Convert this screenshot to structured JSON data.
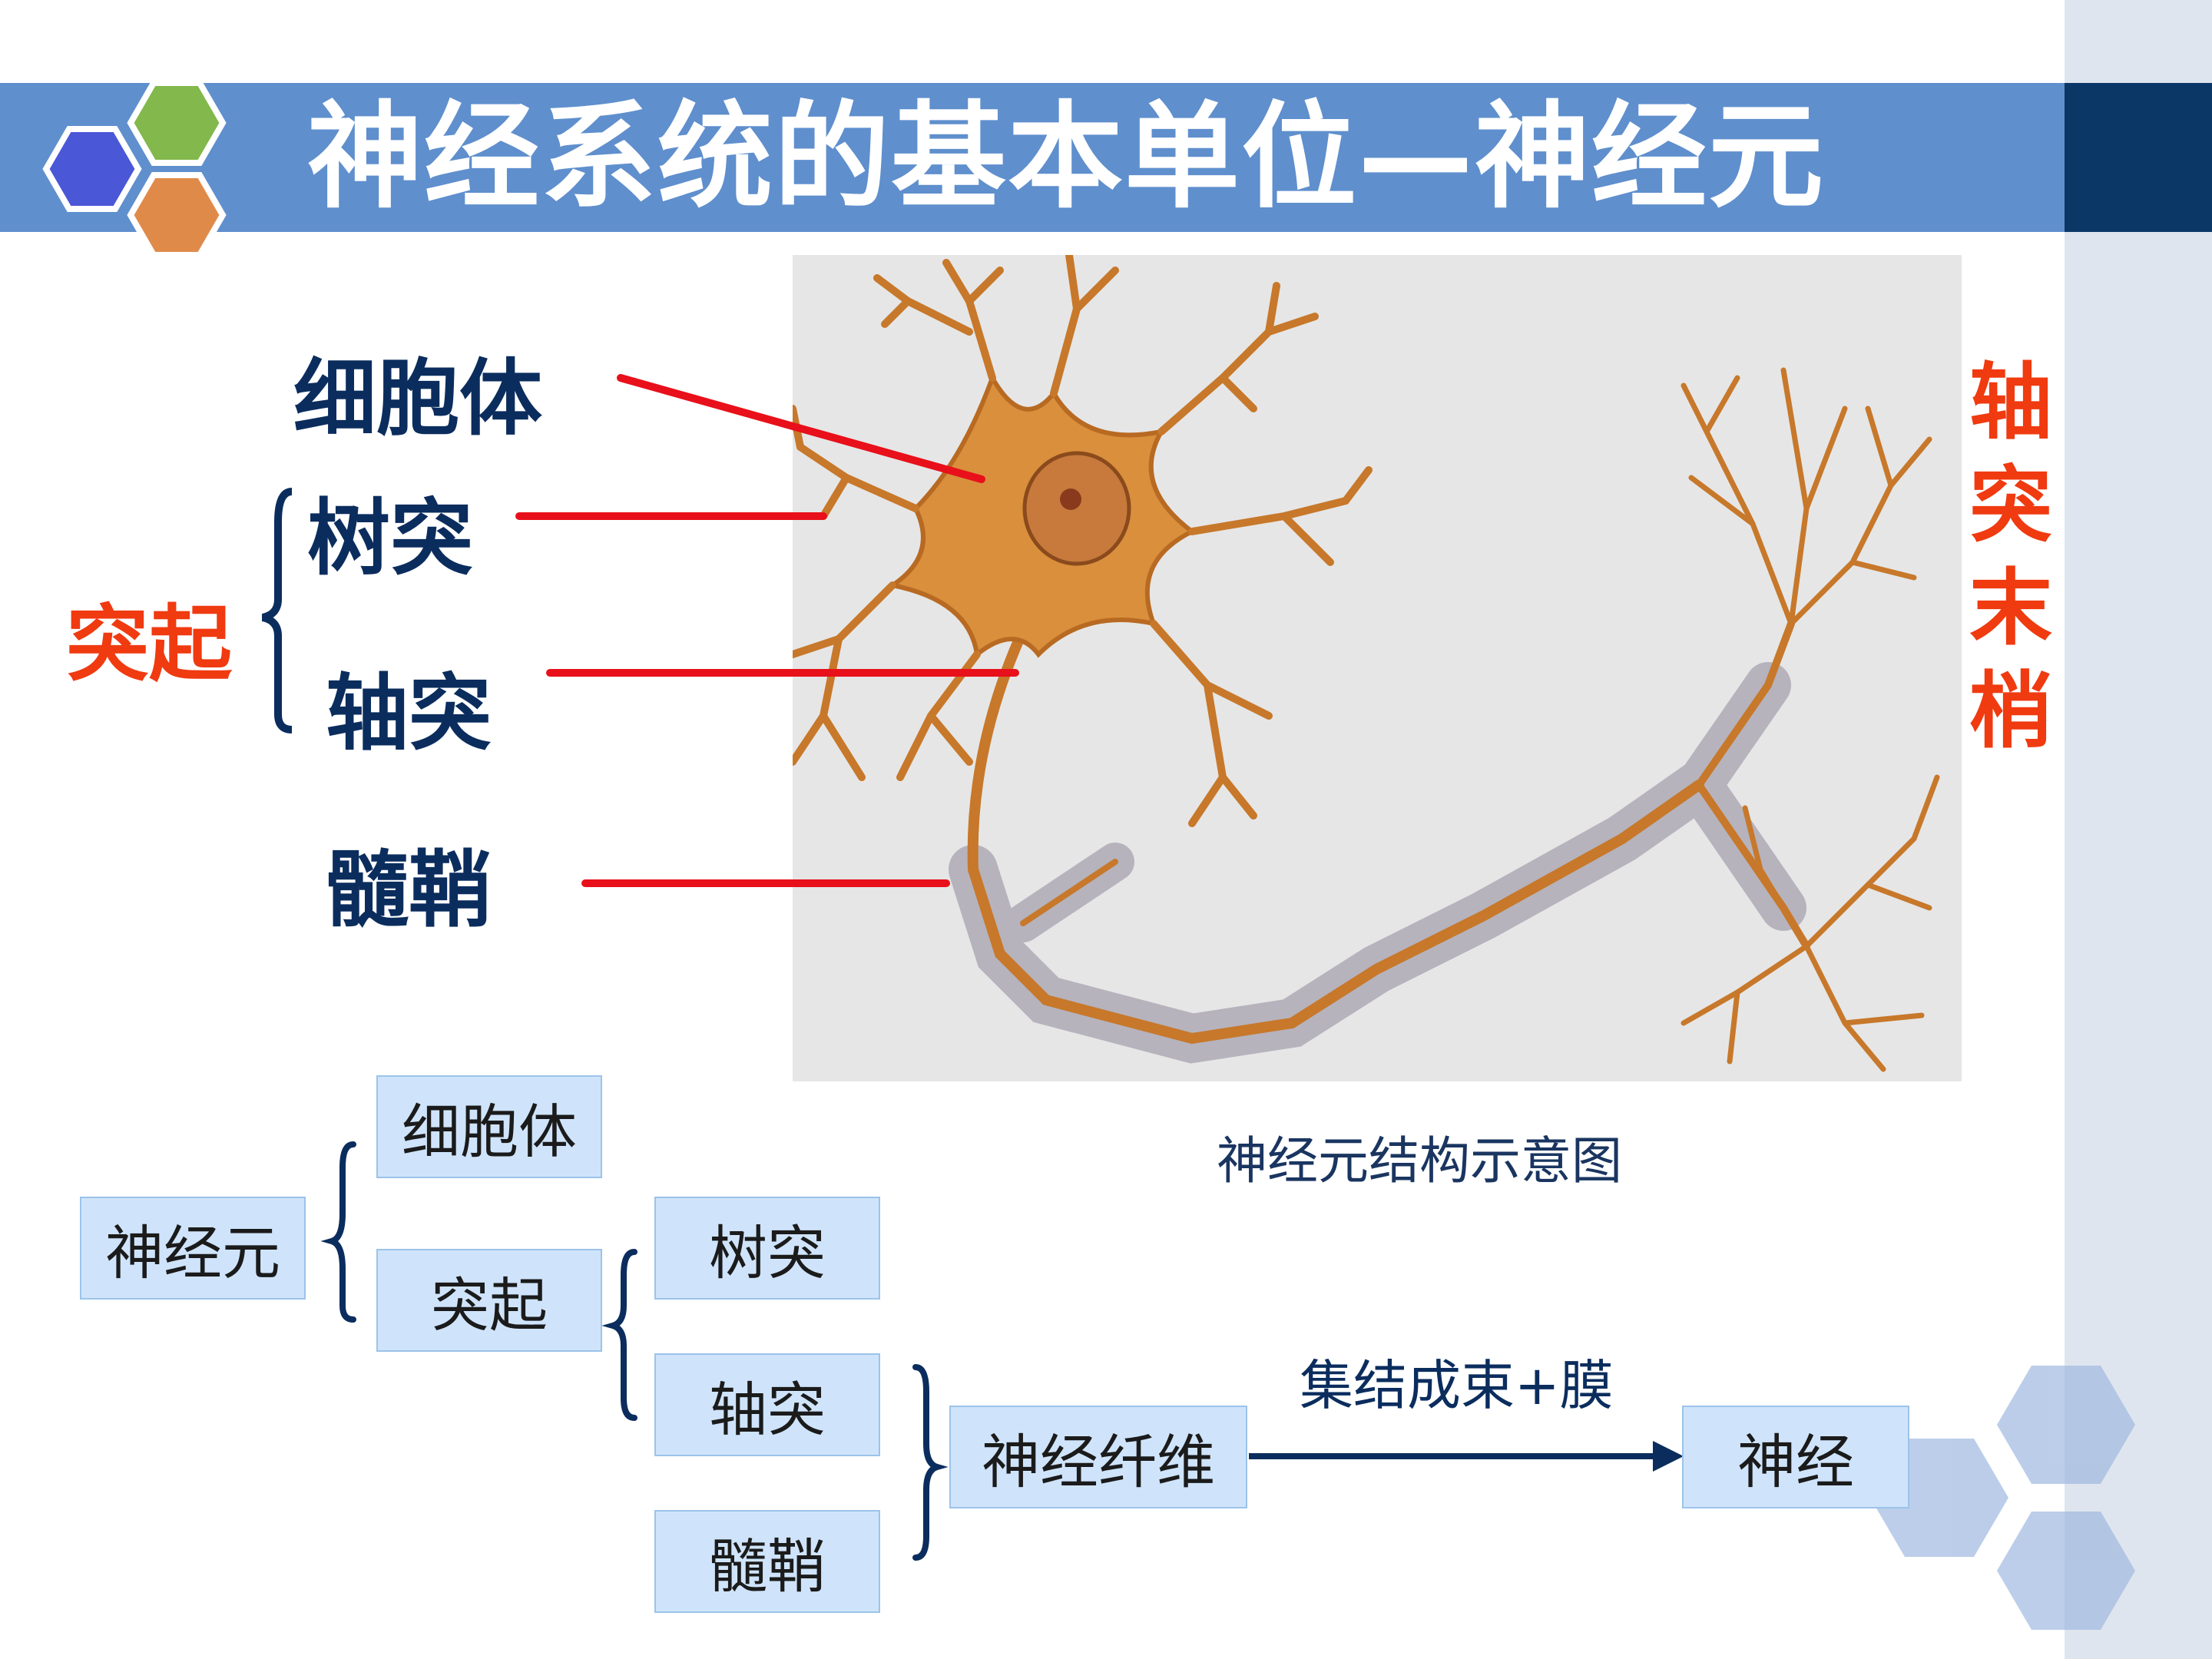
{
  "title": "神经系统的基本单位—神经元",
  "diagram_labels": {
    "cell_body": "细胞体",
    "dendrite": "树突",
    "axon": "轴突",
    "myelin": "髓鞘",
    "process": "突起",
    "axon_terminal": [
      "轴",
      "突",
      "末",
      "梢"
    ]
  },
  "caption": "神经元结构示意图",
  "tree": {
    "root": "神经元",
    "cell_body": "细胞体",
    "process": "突起",
    "dendrite": "树突",
    "axon": "轴突",
    "myelin": "髓鞘",
    "fiber": "神经纤维",
    "arrow_label": "集结成束+膜",
    "nerve": "神经"
  },
  "colors": {
    "title_bar": "#5f8fcd",
    "dark_accent": "#0b3766",
    "label_navy": "#0b2d5e",
    "label_red": "#f03a10",
    "leader_red": "#e8101a",
    "box_fill": "#cfe4fb",
    "neuron_brown": "#c7782a"
  }
}
